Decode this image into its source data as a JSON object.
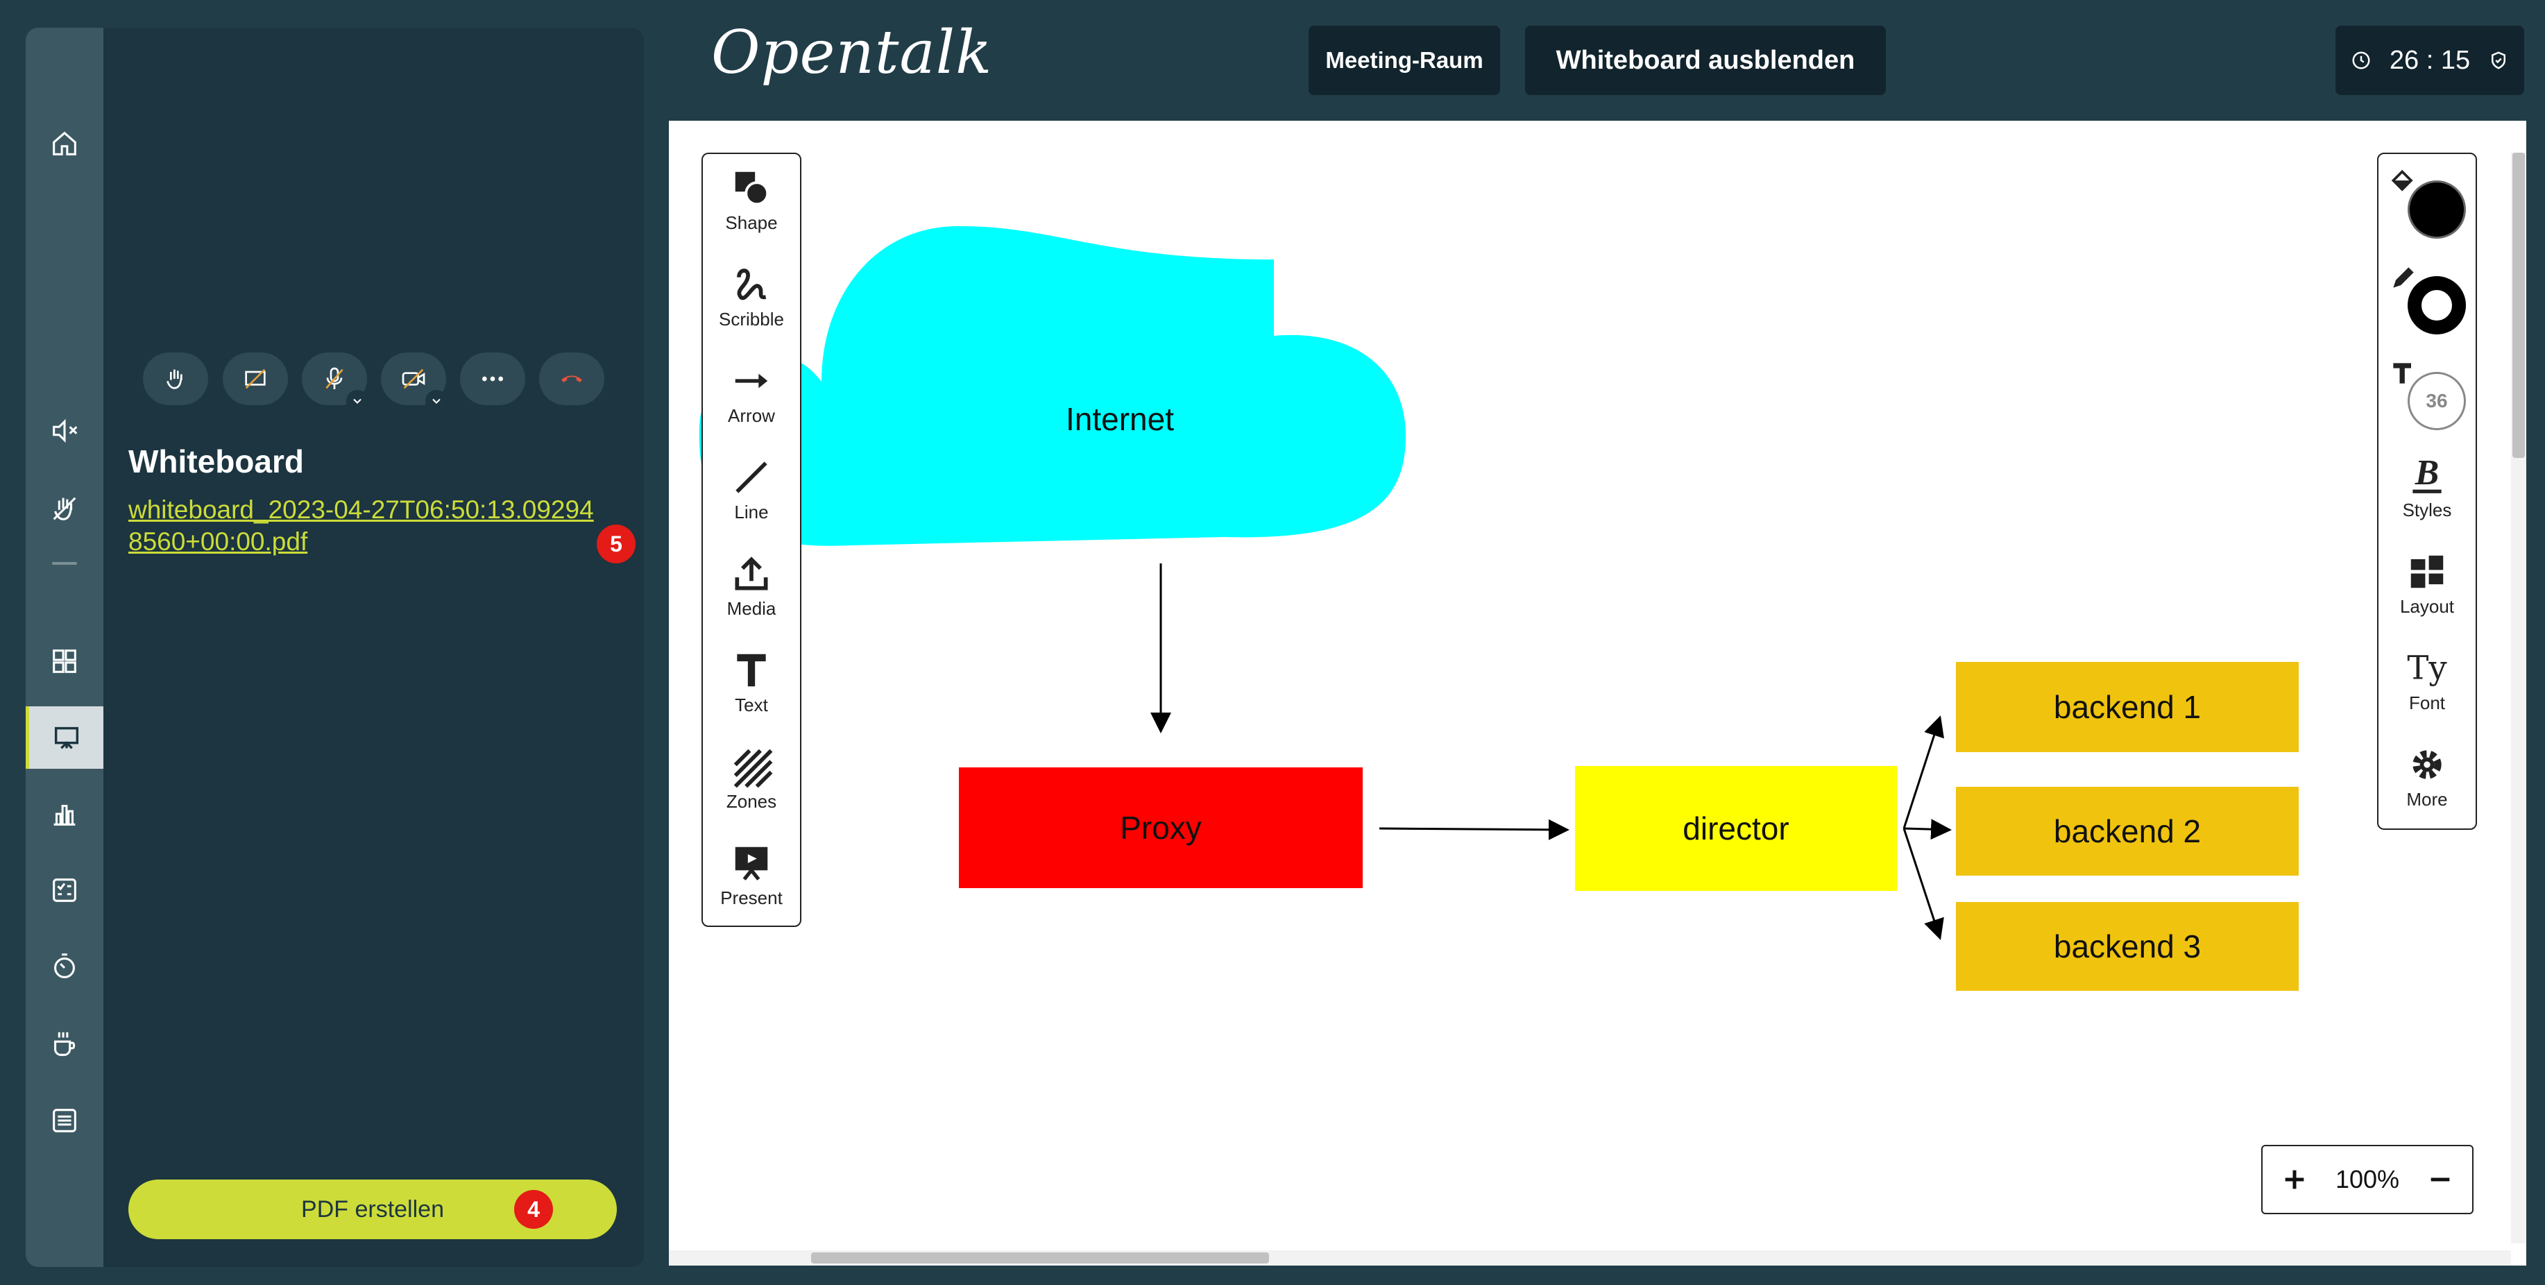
{
  "app": {
    "logo": "Opentalk"
  },
  "topbar": {
    "meeting_room": "Meeting-Raum",
    "hide_whiteboard": "Whiteboard ausblenden",
    "timer": "26 : 15"
  },
  "panel": {
    "title": "Whiteboard",
    "file_link": "whiteboard_2023-04-27T06:50:13.092948560+00:00.pdf",
    "file_badge": "5",
    "pdf_button": "PDF erstellen",
    "pdf_badge": "4"
  },
  "tools": [
    {
      "label": "Shape",
      "icon": "shape-icon"
    },
    {
      "label": "Scribble",
      "icon": "scribble-icon"
    },
    {
      "label": "Arrow",
      "icon": "arrow-icon"
    },
    {
      "label": "Line",
      "icon": "line-icon"
    },
    {
      "label": "Media",
      "icon": "media-icon"
    },
    {
      "label": "Text",
      "icon": "text-icon"
    },
    {
      "label": "Zones",
      "icon": "zones-icon"
    },
    {
      "label": "Present",
      "icon": "present-icon"
    }
  ],
  "style_tools": {
    "font_size": "36",
    "styles": "Styles",
    "layout": "Layout",
    "font": "Font",
    "more": "More"
  },
  "diagram": {
    "internet": "Internet",
    "proxy": "Proxy",
    "director": "director",
    "backend1": "backend 1",
    "backend2": "backend 2",
    "backend3": "backend 3"
  },
  "zoom": {
    "level": "100%"
  },
  "colors": {
    "accent": "#cddc39",
    "cloud": "#00ffff",
    "proxy": "#ff0000",
    "director": "#ffff00",
    "backend": "#f0c30f",
    "badge": "#e41b17"
  }
}
